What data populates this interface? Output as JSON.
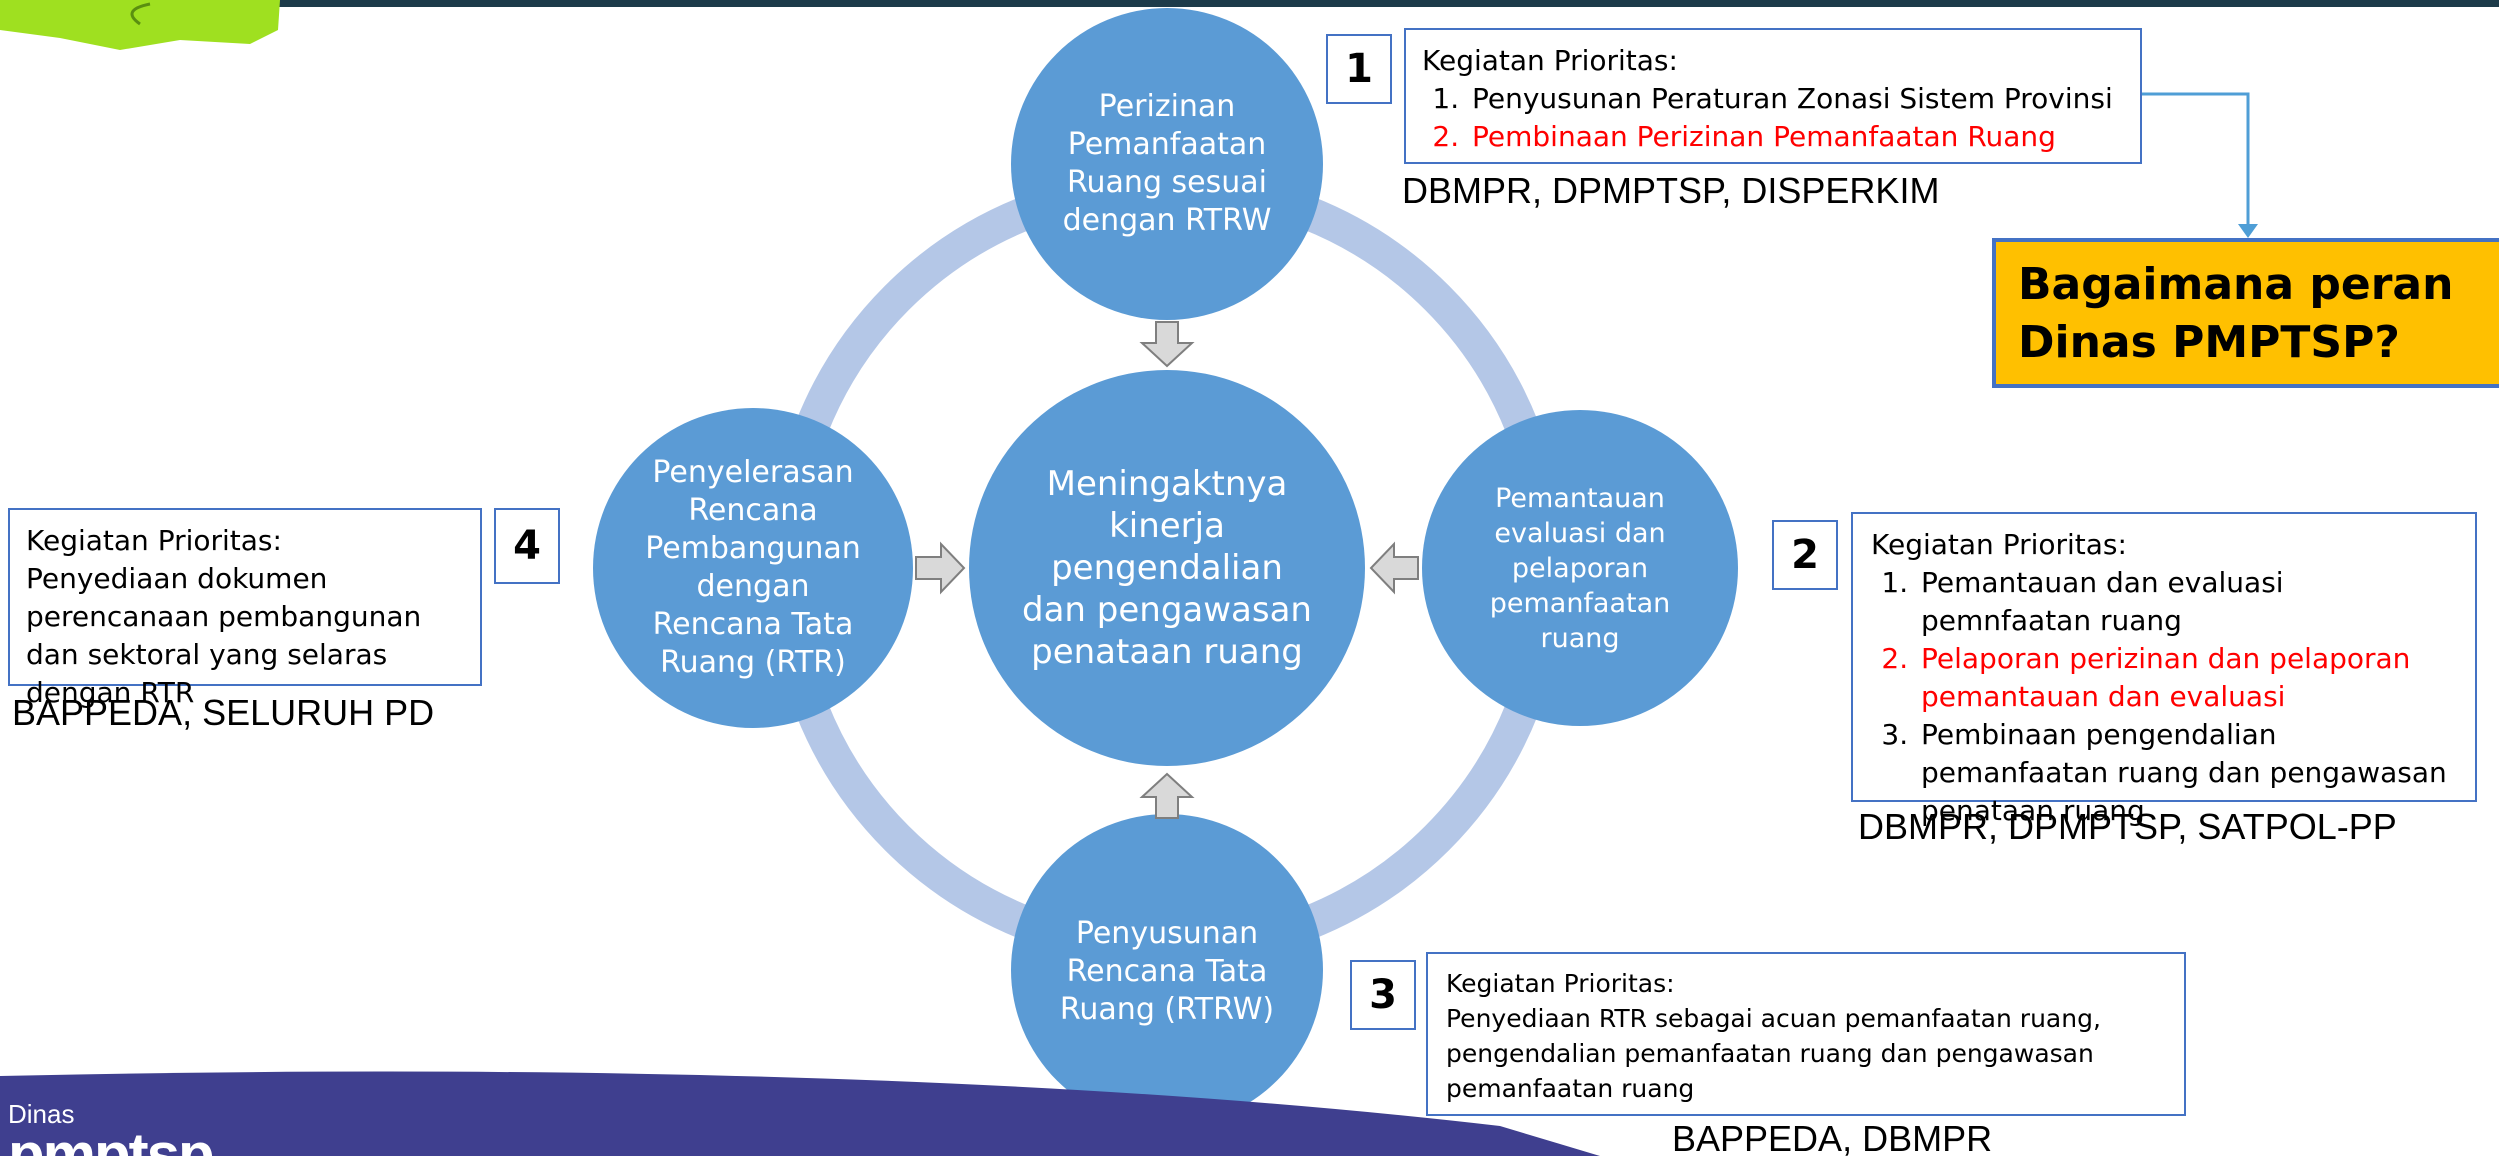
{
  "center": {
    "text": "Meningaktnya kinerja pengendalian dan pengawasan penataan ruang"
  },
  "circles": {
    "top": "Perizinan Pemanfaatan Ruang sesuai dengan RTRW",
    "right": "Pemantauan evaluasi dan pelaporan pemanfaatan ruang",
    "bottom": "Penyusunan Rencana Tata Ruang (RTRW)",
    "left": "Penyelerasan Rencana Pembangunan dengan Rencana Tata Ruang (RTR)"
  },
  "boxes": {
    "box1": {
      "number": "1",
      "heading": "Kegiatan Prioritas:",
      "items": [
        "Penyusunan Peraturan Zonasi Sistem Provinsi",
        "Pembinaan Perizinan Pemanfaatan Ruang"
      ],
      "agencies": "DBMPR, DPMPTSP, DISPERKIM"
    },
    "box2": {
      "number": "2",
      "heading": "Kegiatan Prioritas:",
      "items": [
        "Pemantauan dan evaluasi pemnfaatan ruang",
        "Pelaporan perizinan dan pelaporan pemantauan dan evaluasi",
        "Pembinaan pengendalian pemanfaatan ruang dan pengawasan penataan ruang"
      ],
      "agencies": "DBMPR, DPMPTSP, SATPOL-PP"
    },
    "box3": {
      "number": "3",
      "heading": "Kegiatan Prioritas:",
      "text": "Penyediaan RTR sebagai acuan pemanfaatan ruang, pengendalian pemanfaatan ruang dan pengawasan pemanfaatan ruang",
      "agencies": "BAPPEDA, DBMPR"
    },
    "box4": {
      "number": "4",
      "heading": "Kegiatan Prioritas:",
      "text": "Penyediaan dokumen perencanaan pembangunan dan sektoral yang selaras dengan RTR",
      "agencies": "BAPPEDA, SELURUH PD"
    }
  },
  "question": "Bagaimana peran Dinas PMPTSP?",
  "footer": {
    "small": "Dinas",
    "big": "pmptsp"
  },
  "colors": {
    "circle": "#5b9bd5",
    "ring": "#b4c7e7",
    "box_border": "#4472c4",
    "highlight": "#ff0000",
    "question_bg": "#ffc000",
    "footer": "#3f3f8f"
  }
}
